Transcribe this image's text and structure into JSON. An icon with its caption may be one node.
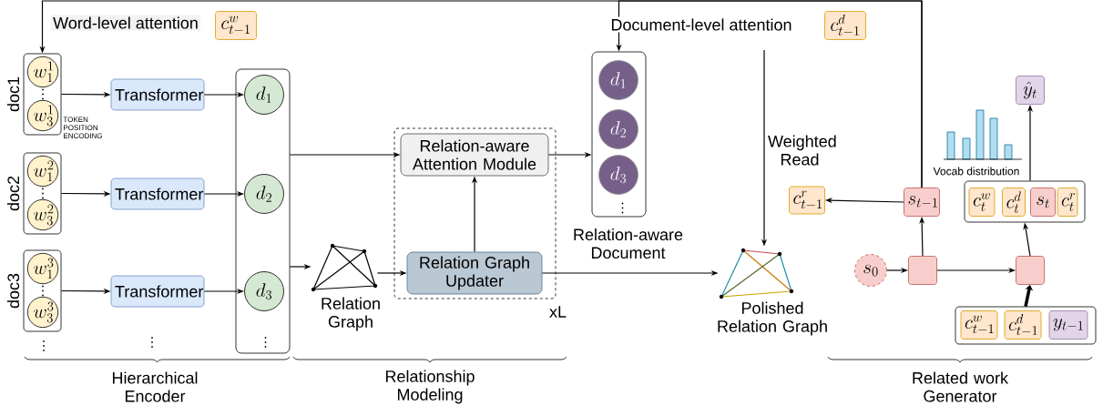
{
  "diagram": {
    "nodes": [
      {
        "text": [
          "doc1"
        ]
      },
      {
        "text": [
          "w^{1}_{1}"
        ],
        "in": 0
      },
      {
        "text": [
          "w^{1}_{3}"
        ],
        "in": 0
      },
      {
        "text": [
          "doc2"
        ]
      },
      {
        "text": [
          "w^{2}_{1}"
        ],
        "in": 3
      },
      {
        "text": [
          "w^{2}_{3}"
        ],
        "in": 3
      },
      {
        "text": [
          "doc3"
        ]
      },
      {
        "text": [
          "w^{3}_{1}"
        ],
        "in": 6
      },
      {
        "text": [
          "w^{3}_{3}"
        ],
        "in": 6
      },
      {
        "text": [
          "Transformer"
        ]
      },
      {
        "text": [
          "Transformer"
        ]
      },
      {
        "text": [
          "Transformer"
        ]
      },
      {
        "text": [],
        "shape": "box"
      },
      {
        "text": [
          "d_{1}"
        ],
        "in": 12
      },
      {
        "text": [
          "d_{2}"
        ],
        "in": 12
      },
      {
        "text": [
          "d_{3}"
        ],
        "in": 12
      },
      {
        "text": [
          "Relation Graph"
        ]
      },
      {
        "text": [
          "xL"
        ]
      },
      {
        "text": [
          "Relation-aware Attention Module"
        ],
        "in": 17
      },
      {
        "text": [
          "Relation Graph Updater"
        ],
        "in": 17
      },
      {
        "text": [
          "Relation-aware Document"
        ]
      },
      {
        "text": [
          "d_{1}"
        ],
        "in": 20
      },
      {
        "text": [
          "d_{2}"
        ],
        "in": 20
      },
      {
        "text": [
          "d_{3}"
        ],
        "in": 20
      },
      {
        "text": [
          "Polished Relation Graph"
        ]
      },
      {
        "text": [
          "c^{w}_{t-1}"
        ]
      },
      {
        "text": [
          "c^{d}_{t-1}"
        ]
      },
      {
        "text": [
          "c^{r}_{t-1}"
        ]
      },
      {
        "text": [
          "s_{t-1}"
        ]
      },
      {
        "text": [
          "s_{0}"
        ]
      },
      {
        "text": [],
        "shape": "box"
      },
      {
        "text": [],
        "shape": "box"
      },
      {
        "text": [],
        "shape": "box"
      },
      {
        "text": [
          "c^{w}_{t-1}"
        ],
        "in": 32
      },
      {
        "text": [
          "c^{d}_{t-1}"
        ],
        "in": 32
      },
      {
        "text": [
          "y_{t-1}"
        ],
        "in": 32
      },
      {
        "text": [],
        "shape": "box"
      },
      {
        "text": [
          "c^{w}_{t}"
        ],
        "in": 36
      },
      {
        "text": [
          "c^{d}_{t}"
        ],
        "in": 36
      },
      {
        "text": [
          "s_{t}"
        ],
        "in": 36
      },
      {
        "text": [
          "c^{r}_{t}"
        ],
        "in": 36
      },
      {
        "text": [
          "\\hat{y}_{t}"
        ]
      }
    ],
    "edges": [
      {
        "from": 0,
        "to": 9,
        "arrow": "to"
      },
      {
        "from": 3,
        "to": 10,
        "arrow": "to"
      },
      {
        "from": 6,
        "to": 11,
        "arrow": "to"
      },
      {
        "from": 9,
        "to": 13,
        "arrow": "to"
      },
      {
        "from": 10,
        "to": 14,
        "arrow": "to"
      },
      {
        "from": 11,
        "to": 15,
        "arrow": "to"
      },
      {
        "from": 12,
        "to": 18,
        "arrow": "to"
      },
      {
        "from": 12,
        "to": 16,
        "arrow": "to"
      },
      {
        "from": 16,
        "to": 19,
        "arrow": "to"
      },
      {
        "from": 19,
        "to": 18,
        "arrow": "to"
      },
      {
        "from": 18,
        "to": 20,
        "arrow": "to"
      },
      {
        "from": 19,
        "to": 24,
        "arrow": "to"
      },
      {
        "from": null,
        "to": 24,
        "arrow": "to",
        "label": "Weighted Read"
      },
      {
        "from": 28,
        "to": 0,
        "arrow": "to",
        "label": "Word-level attention"
      },
      {
        "from": 28,
        "to": 20,
        "arrow": "to",
        "label": "Document-level attention"
      },
      {
        "from": 28,
        "to": 27,
        "arrow": "to"
      },
      {
        "from": 29,
        "to": 30,
        "arrow": "to"
      },
      {
        "from": 30,
        "to": 28,
        "arrow": "to"
      },
      {
        "from": 30,
        "to": 31,
        "arrow": "to"
      },
      {
        "from": 32,
        "to": 31,
        "arrow": "to",
        "style": "thick"
      },
      {
        "from": 31,
        "to": 36,
        "arrow": "to"
      },
      {
        "from": 36,
        "to": 41,
        "arrow": "to"
      }
    ],
    "labels": [
      "TOKEN POSITION ENCODING",
      "Vocab distribution",
      "Hierarchical Encoder",
      "Relationship Modeling",
      "Related work Generator"
    ]
  }
}
